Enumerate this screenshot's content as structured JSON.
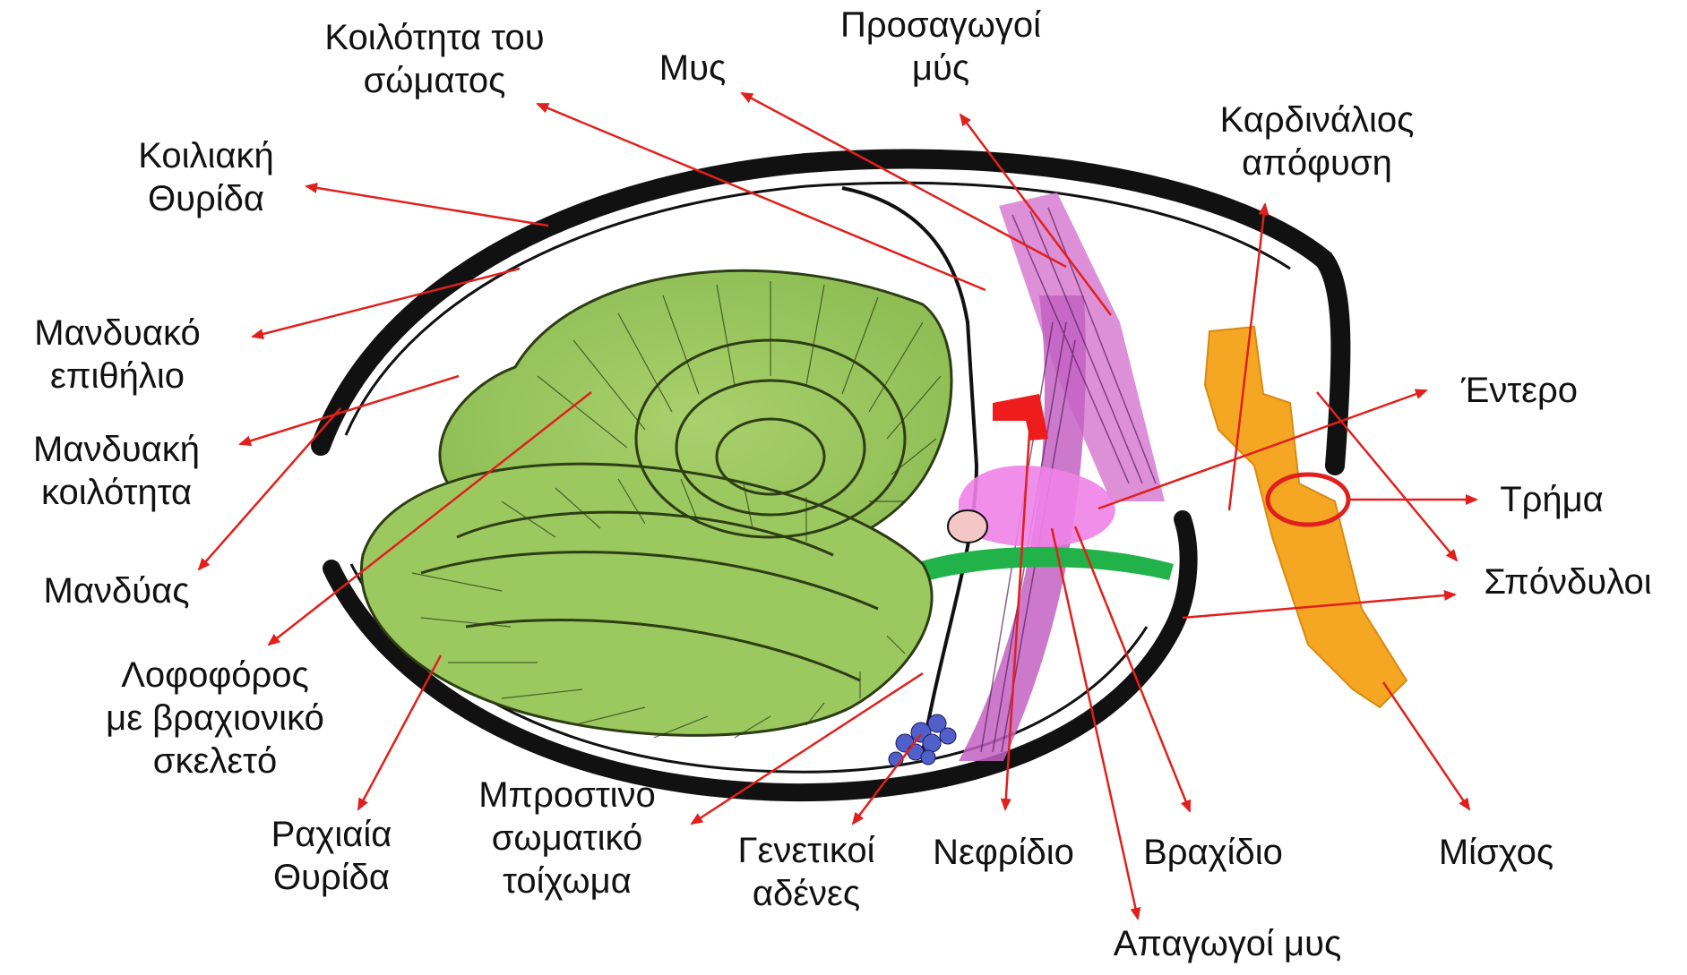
{
  "labels": {
    "koilotita_somatos": [
      "Κοιλότητα του",
      "σώματος"
    ],
    "mys": [
      "Μυς"
    ],
    "prosagogoi": [
      "Προσαγωγοί",
      "μύς"
    ],
    "kardinalios": [
      "Καρδινάλιος",
      "απόφυση"
    ],
    "koiliaki_thyrida": [
      "Κοιλιακή",
      "Θυρίδα"
    ],
    "mandyako_epithilio": [
      "Μανδυακό",
      "επιθήλιο"
    ],
    "mandyaki_koilotita": [
      "Μανδυακή",
      "κοιλότητα"
    ],
    "mandyas": [
      "Μανδύας"
    ],
    "lofoforos": [
      "Λοφοφόρος",
      "με βραχιονικό",
      "σκελετό"
    ],
    "rachiaia_thyrida": [
      "Ραχιαία",
      "Θυρίδα"
    ],
    "brostino": [
      "Μπροστινό",
      "σωματικό",
      "τοίχωμα"
    ],
    "genetikoi": [
      "Γενετικοί",
      "αδένες"
    ],
    "nefridio": [
      "Νεφρίδιο"
    ],
    "vrachidio": [
      "Βραχίδιο"
    ],
    "apagogoi": [
      "Απαγωγοί μυς"
    ],
    "entero": [
      "Έντερο"
    ],
    "trima": [
      "Τρήμα"
    ],
    "spondyloi": [
      "Σπόνδυλοι"
    ],
    "mischos": [
      "Μίσχος"
    ]
  },
  "colors": {
    "arrow": "#e0201c",
    "lophophore": "#9cc860",
    "muscle": "#d77bd0",
    "pedicle": "#f5a623",
    "nephridium": "#ee1c1c",
    "gut_band": "#21b24a",
    "gut": "#ee82e8",
    "gonads": "#5060c8",
    "shell": "#111111"
  }
}
